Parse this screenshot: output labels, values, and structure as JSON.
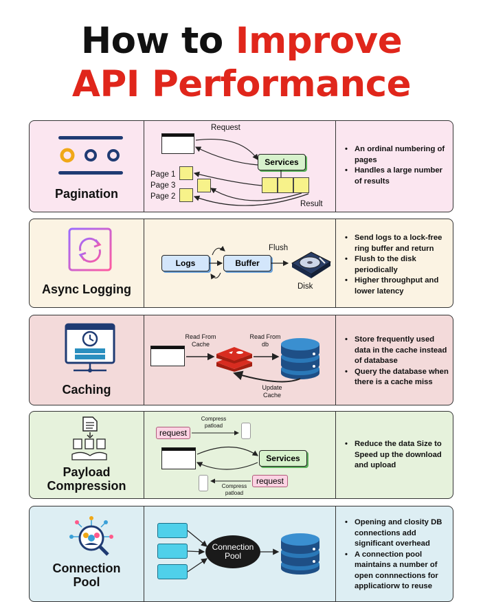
{
  "title": {
    "line1_black": "How to",
    "line1_red": "Improve",
    "line2_red": "API Performance"
  },
  "colors": {
    "accent_red": "#e0261b",
    "pagination_bg": "#fbe6f0",
    "async_bg": "#fbf3e3",
    "caching_bg": "#f3dada",
    "compression_bg": "#e6f2dc",
    "pool_bg": "#ddeef3"
  },
  "pagination": {
    "name": "Pagination",
    "icon": "pagination-dots-icon",
    "request_label": "Request",
    "services_label": "Services",
    "result_label": "Result",
    "page1": "Page 1",
    "page3": "Page 3",
    "page2": "Page 2",
    "bullets": [
      "An ordinal numbering of pages",
      "Handles a large number of results"
    ]
  },
  "async_logging": {
    "name": "Async Logging",
    "icon": "sync-arrows-icon",
    "logs_label": "Logs",
    "buffer_label": "Buffer",
    "flush_label": "Flush",
    "disk_label": "Disk",
    "bullets": [
      "Send logs to a lock-free ring buffer and return",
      "Flush to the disk periodically",
      "Higher throughput and lower latency"
    ]
  },
  "caching": {
    "name": "Caching",
    "icon": "server-clock-icon",
    "read_cache": "Read From Cache",
    "read_db": "Read From db",
    "update_cache": "Update Cache",
    "bullets": [
      "Store frequently used data in the cache instead of database",
      "Query the database when there is a cache miss"
    ]
  },
  "payload_compression": {
    "name_line1": "Payload",
    "name_line2": "Compression",
    "icon": "file-compress-icon",
    "request_top": "request",
    "compress_top": "Compress patload",
    "services_label": "Services",
    "request_bottom": "request",
    "compress_bottom": "Compress patload",
    "bullets": [
      "Reduce the data Size to Speed up the download and upload"
    ]
  },
  "connection_pool": {
    "name_line1": "Connection",
    "name_line2": "Pool",
    "icon": "network-people-icon",
    "pool_label": "Connection Pool",
    "bullets": [
      "Opening and closity DB connections add significant overhead",
      "A connection pool maintains a number of open connnections for applicatiorw to reuse"
    ]
  }
}
